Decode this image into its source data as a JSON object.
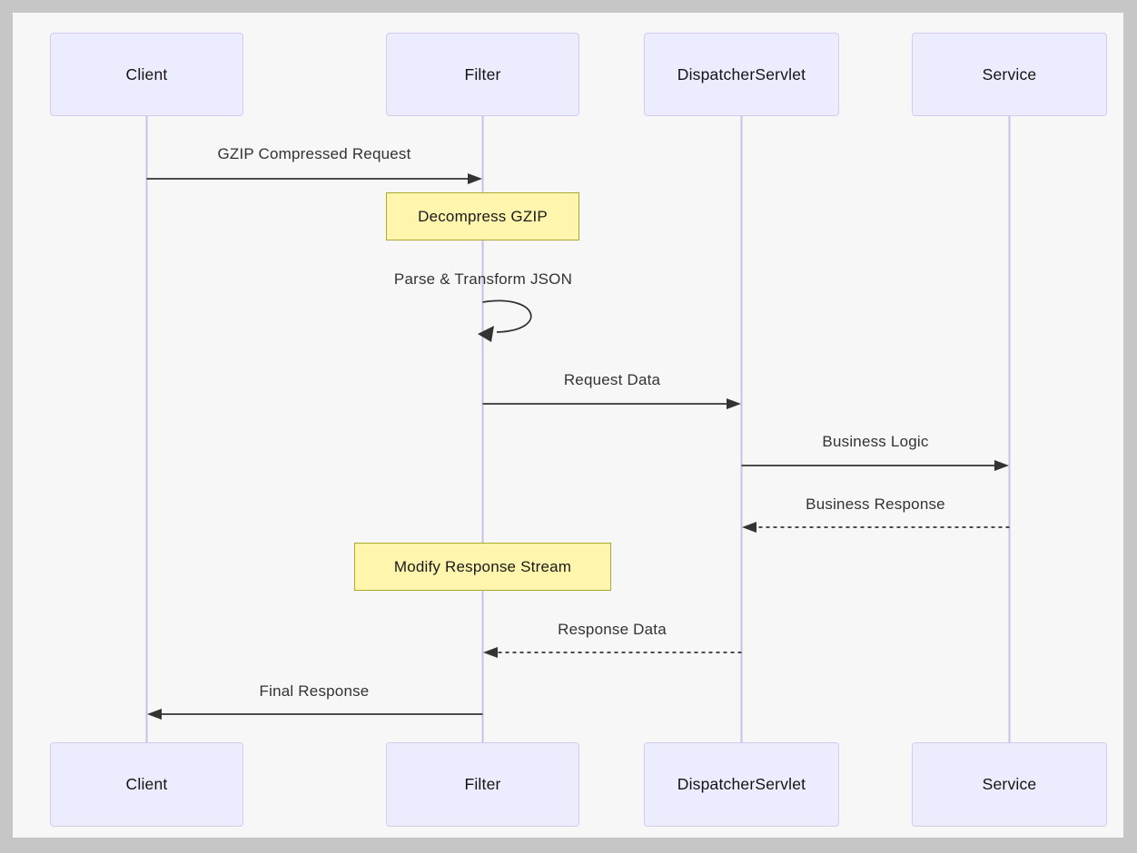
{
  "diagram": {
    "type": "sequence-diagram",
    "actors": [
      {
        "id": "client",
        "label": "Client"
      },
      {
        "id": "filter",
        "label": "Filter"
      },
      {
        "id": "dispatcher-servlet",
        "label": "DispatcherServlet"
      },
      {
        "id": "service",
        "label": "Service"
      }
    ],
    "messages": [
      {
        "from": "Client",
        "to": "Filter",
        "label": "GZIP Compressed Request",
        "line": "solid"
      },
      {
        "from": "Filter",
        "to": "Filter",
        "label": "Parse & Transform JSON",
        "line": "self-loop"
      },
      {
        "from": "Filter",
        "to": "DispatcherServlet",
        "label": "Request Data",
        "line": "solid"
      },
      {
        "from": "DispatcherServlet",
        "to": "Service",
        "label": "Business Logic",
        "line": "solid"
      },
      {
        "from": "Service",
        "to": "DispatcherServlet",
        "label": "Business Response",
        "line": "dashed"
      },
      {
        "from": "DispatcherServlet",
        "to": "Filter",
        "label": "Response Data",
        "line": "dashed"
      },
      {
        "from": "Filter",
        "to": "Client",
        "label": "Final Response",
        "line": "solid"
      }
    ],
    "notes": [
      {
        "over": "Filter",
        "label": "Decompress GZIP"
      },
      {
        "over": "Filter",
        "label": "Modify Response Stream"
      }
    ],
    "colors": {
      "frame_bg": "#c6c6c6",
      "canvas_bg": "#f7f7f7",
      "actor_fill": "#ECECFF",
      "actor_border": "#d5cbf1",
      "lifeline": "#c9c0e6",
      "note_fill": "#fff5ad",
      "note_border": "#aaaa33",
      "message_text": "#333333",
      "arrow": "#333333"
    }
  }
}
